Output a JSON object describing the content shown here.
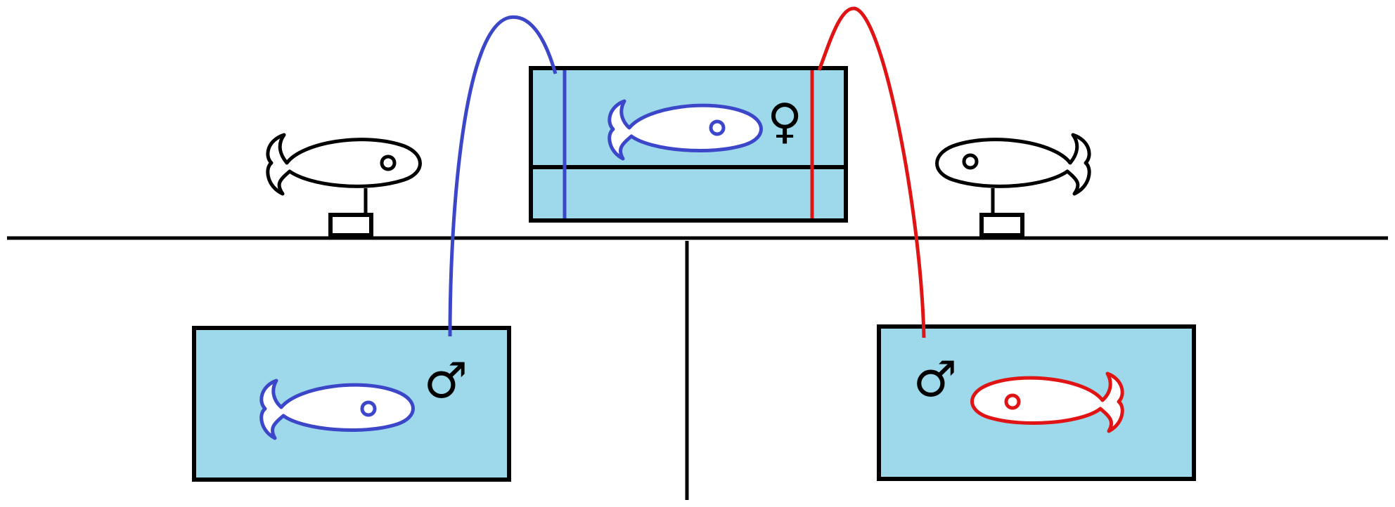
{
  "colors": {
    "water": "#9dd9ea",
    "outline": "#000000",
    "blue": "#3c46c8",
    "red": "#e01414",
    "fish_fill": "#ffffff"
  },
  "tanks": [
    {
      "role": "female-tank",
      "symbol": "♀",
      "fish_color": "blue"
    },
    {
      "role": "male-tank-left",
      "symbol": "♂",
      "fish_color": "blue"
    },
    {
      "role": "male-tank-right",
      "symbol": "♂",
      "fish_color": "red"
    }
  ],
  "model_fish": [
    {
      "side": "left",
      "fish_color": "black"
    },
    {
      "side": "right",
      "fish_color": "black"
    }
  ],
  "connections": [
    {
      "from": "male-tank-left",
      "to": "female-tank",
      "color": "blue"
    },
    {
      "from": "male-tank-right",
      "to": "female-tank",
      "color": "red"
    }
  ],
  "icons": [
    "fish-icon",
    "female-symbol-icon",
    "male-symbol-icon"
  ]
}
